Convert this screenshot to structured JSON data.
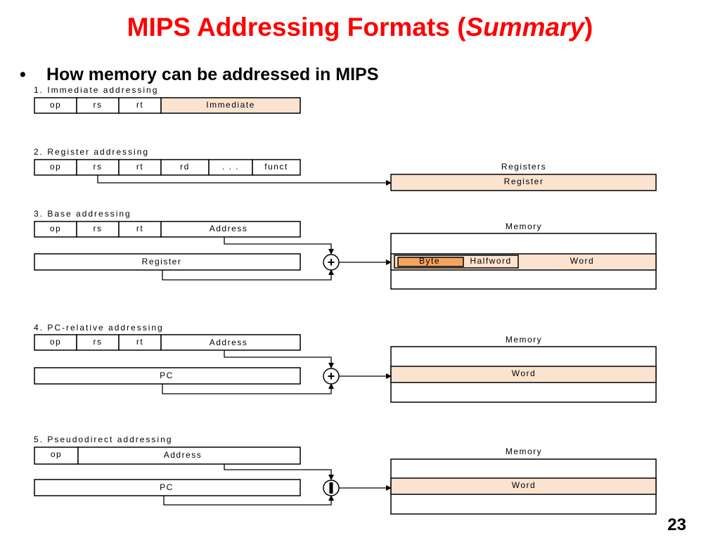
{
  "slide": {
    "title_main": "MIPS Addressing Formats (",
    "title_em": "Summary",
    "title_end": ")",
    "bullet": "•",
    "subtitle": "How memory can be addressed in MIPS",
    "page_number": "23"
  },
  "modes": {
    "immediate": {
      "label": "1. Immediate addressing",
      "fields": [
        "op",
        "rs",
        "rt",
        "Immediate"
      ]
    },
    "register": {
      "label": "2. Register addressing",
      "fields": [
        "op",
        "rs",
        "rt",
        "rd",
        ". . .",
        "funct"
      ],
      "target_title": "Registers",
      "target_box": "Register"
    },
    "base": {
      "label": "3. Base addressing",
      "fields": [
        "op",
        "rs",
        "rt",
        "Address"
      ],
      "source_box": "Register",
      "adder": "+",
      "target_title": "Memory",
      "target_cells": [
        "Byte",
        "Halfword",
        "Word"
      ]
    },
    "pc_relative": {
      "label": "4. PC-relative addressing",
      "fields": [
        "op",
        "rs",
        "rt",
        "Address"
      ],
      "source_box": "PC",
      "adder": "+",
      "target_title": "Memory",
      "target_box": "Word"
    },
    "pseudodirect": {
      "label": "5. Pseudodirect addressing",
      "fields": [
        "op",
        "Address"
      ],
      "source_box": "PC",
      "target_title": "Memory",
      "target_box": "Word"
    }
  },
  "colors": {
    "highlight": "#fbe3cf",
    "byte_fill": "#f4a460",
    "title_red": "#ff0000"
  }
}
